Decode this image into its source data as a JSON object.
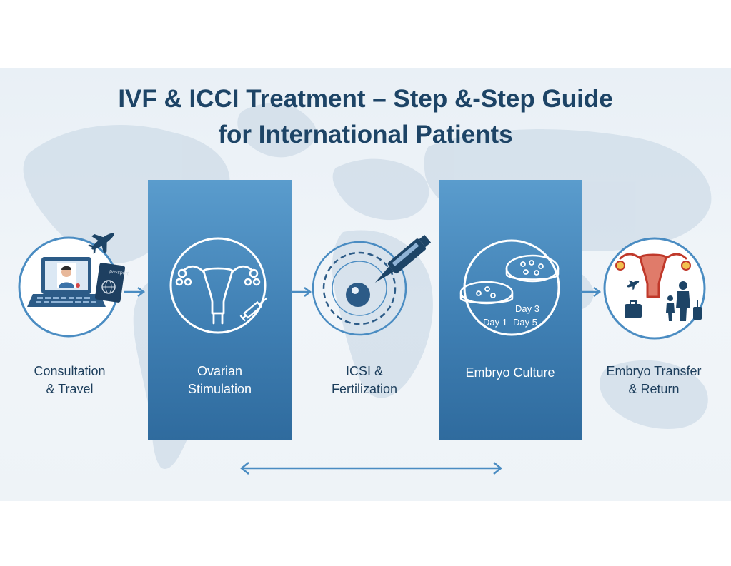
{
  "title": {
    "line1": "IVF & ICCI Treatment – Step &-Step Guide",
    "line2": "for International Patients"
  },
  "steps": [
    {
      "label_line1": "Consultation",
      "label_line2": "& Travel",
      "icon": "laptop-passport-plane-icon"
    },
    {
      "label_line1": "Ovarian",
      "label_line2": "Stimulation",
      "icon": "uterus-syringe-icon"
    },
    {
      "label_line1": "ICSI &",
      "label_line2": "Fertilization",
      "icon": "egg-injection-icon"
    },
    {
      "label_line1": "Embryo Culture",
      "label_line2": "",
      "icon": "petri-dish-icon"
    },
    {
      "label_line1": "Embryo Transfer",
      "label_line2": "& Return",
      "icon": "uterus-family-icon"
    }
  ],
  "culture_days": {
    "day1": "Day 1",
    "day3": "Day 3",
    "day5": "Day 5"
  },
  "passport_text": "passport",
  "colors": {
    "title": "#1d4466",
    "panel": "#3f7fb3",
    "accent": "#4a8cc2",
    "uterus": "#c0392b"
  }
}
